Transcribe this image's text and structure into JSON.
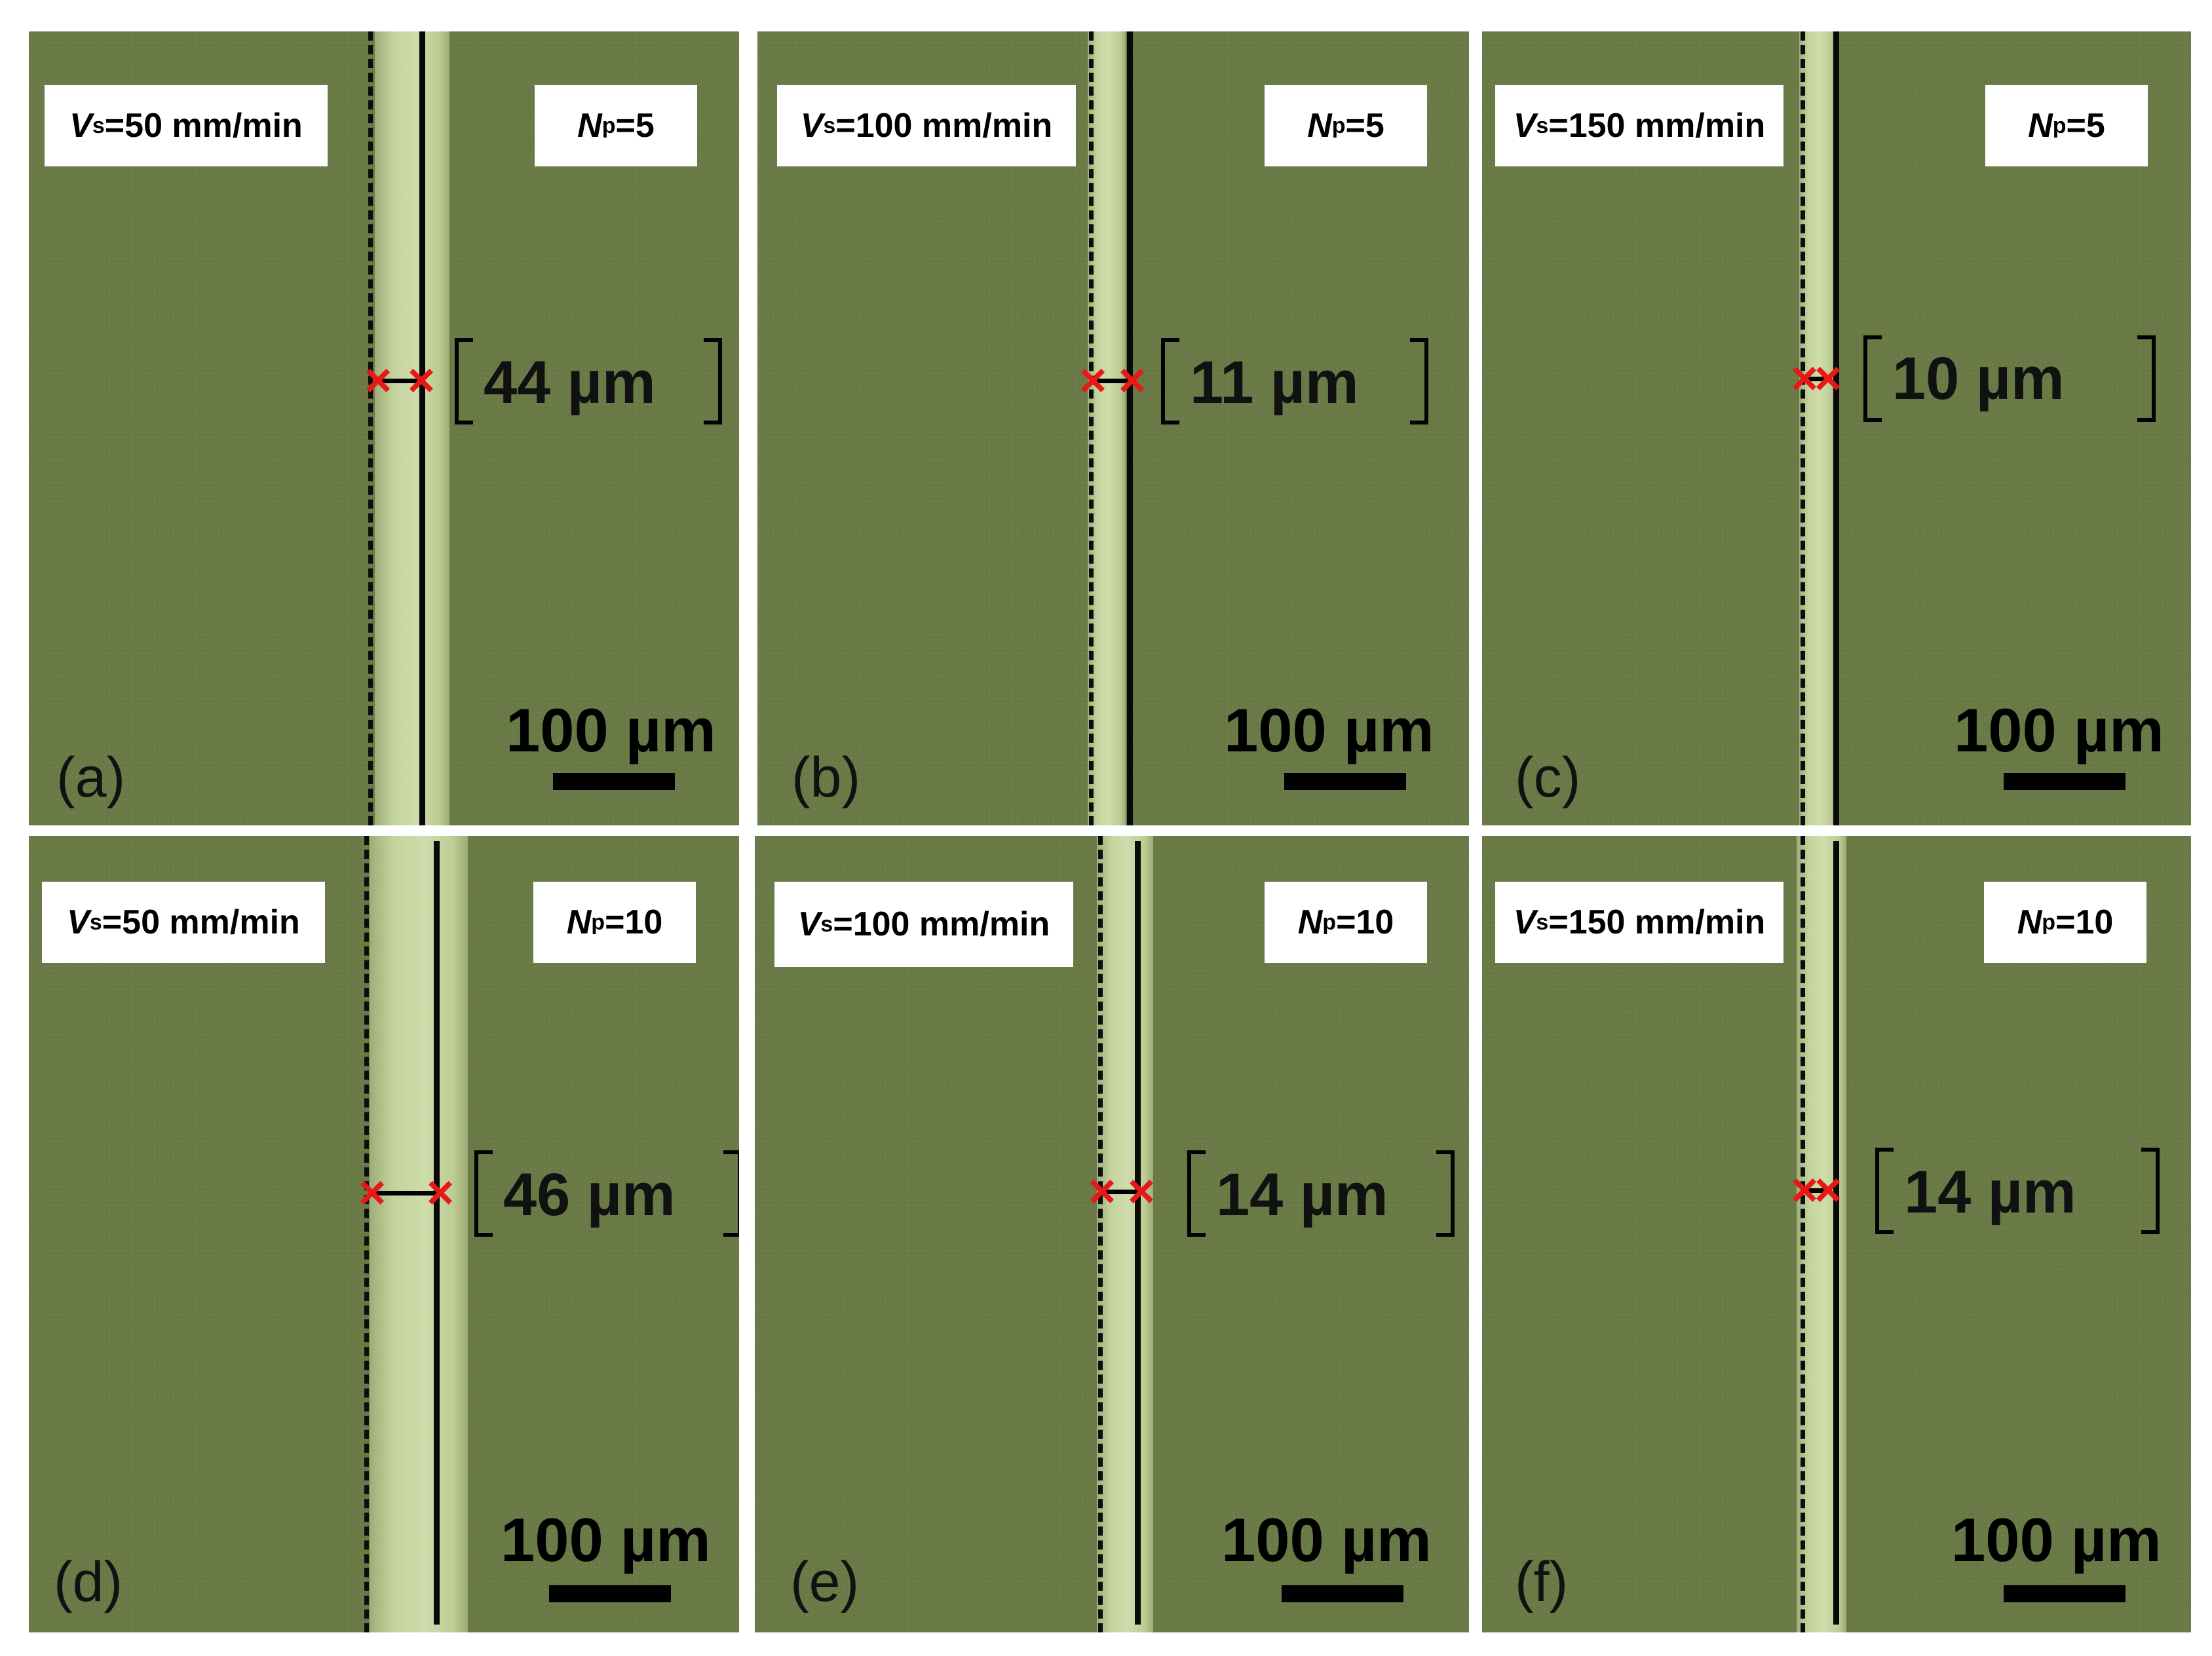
{
  "panels": [
    {
      "id": "a",
      "letter": "(a)",
      "vs_value": "=50 mm/min",
      "np_value": "=5",
      "width_text": "44 µm",
      "scale_text": "100 µm"
    },
    {
      "id": "b",
      "letter": "(b)",
      "vs_value": "=100 mm/min",
      "np_value": "=5",
      "width_text": "11 µm",
      "scale_text": "100 µm"
    },
    {
      "id": "c",
      "letter": "(c)",
      "vs_value": "=150 mm/min",
      "np_value": "=5",
      "width_text": "10 µm",
      "scale_text": "100 µm"
    },
    {
      "id": "d",
      "letter": "(d)",
      "vs_value": "=50 mm/min",
      "np_value": "=10",
      "width_text": "46 µm",
      "scale_text": "100 µm"
    },
    {
      "id": "e",
      "letter": "(e)",
      "vs_value": "=100 mm/min",
      "np_value": "=10",
      "width_text": "14 µm",
      "scale_text": "100 µm"
    },
    {
      "id": "f",
      "letter": "(f)",
      "vs_value": "=150 mm/min",
      "np_value": "=10",
      "width_text": "14 µm",
      "scale_text": "100 µm"
    }
  ],
  "symbols": {
    "vs_main": "V",
    "vs_sub": "s",
    "np_main": "N",
    "np_sub": "p",
    "cross": "×"
  },
  "colors": {
    "background": "#697a46",
    "track": "#c8d7a2",
    "marker": "#e81818"
  }
}
